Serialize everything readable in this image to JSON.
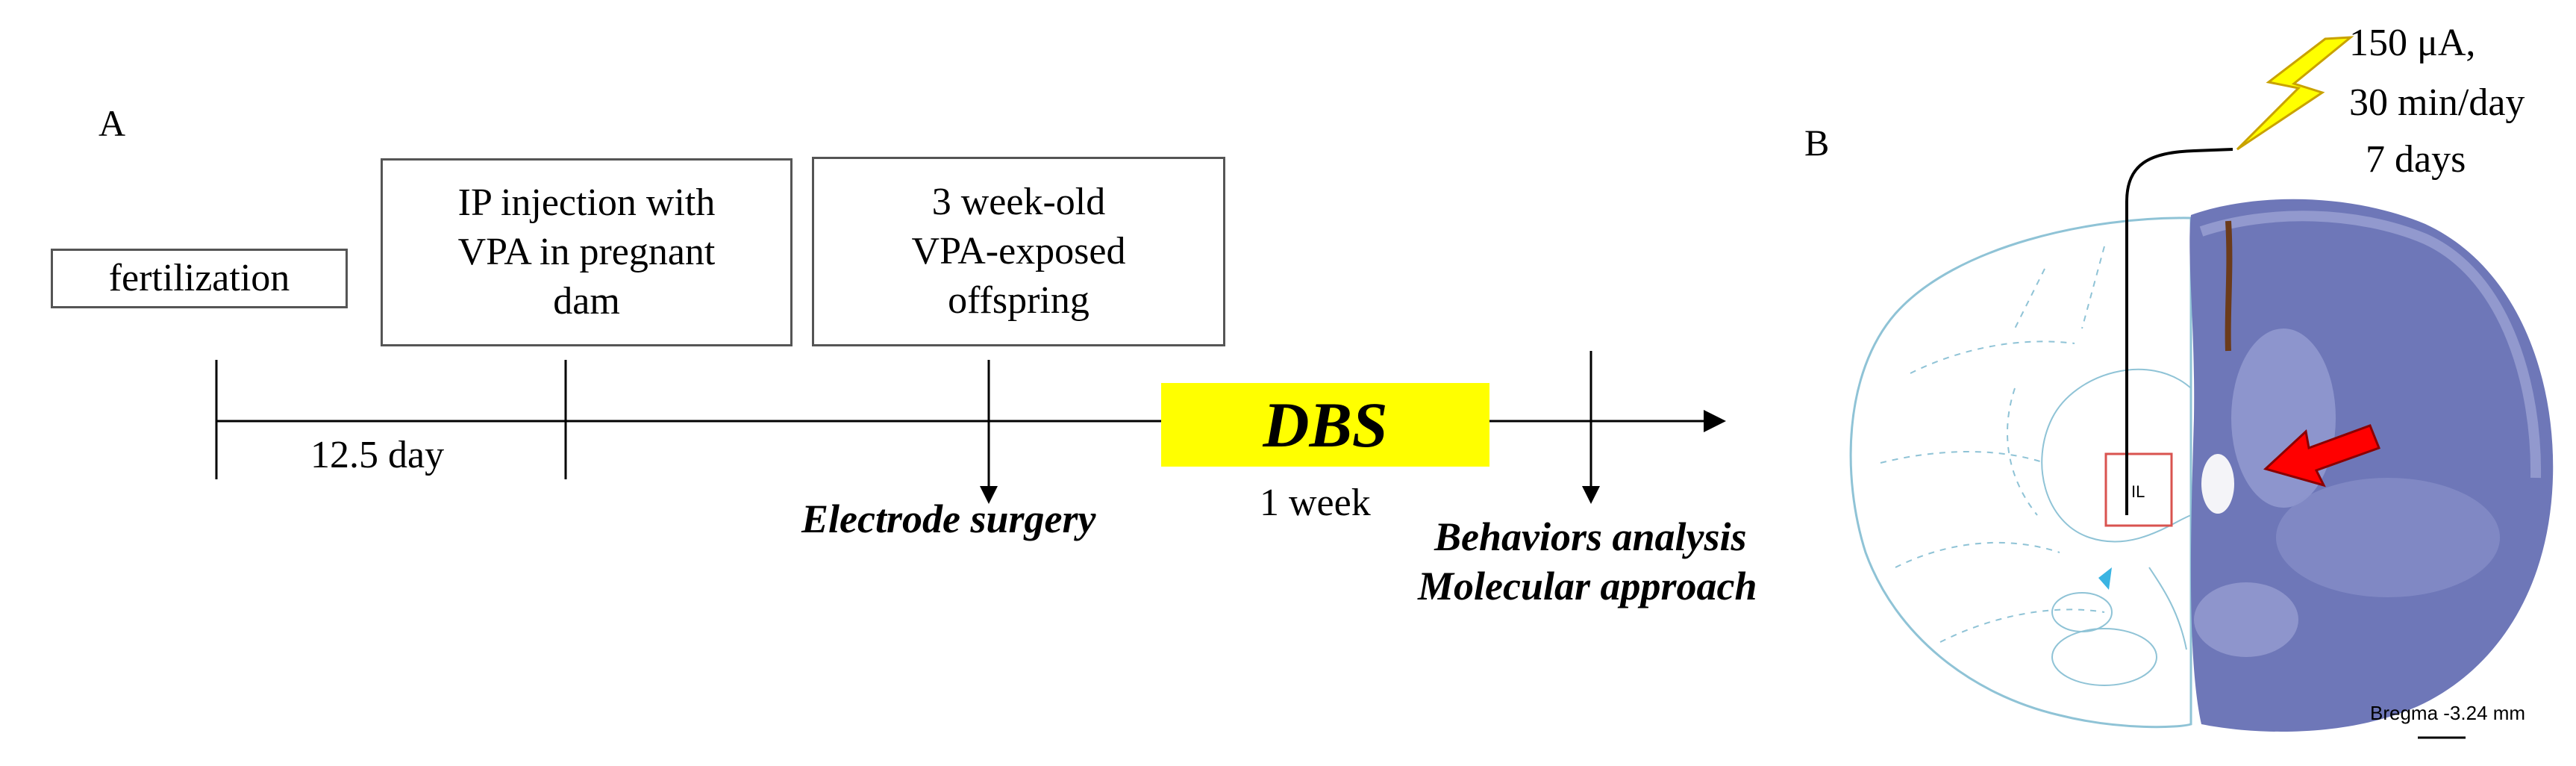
{
  "panel_a": {
    "label": "A",
    "boxes": {
      "fertilization": "fertilization",
      "injection_line1": "IP injection with",
      "injection_line2": "VPA in pregnant",
      "injection_line3": "dam",
      "offspring_line1": "3 week-old",
      "offspring_line2": "VPA-exposed",
      "offspring_line3": "offspring"
    },
    "interval": "12.5 day",
    "dbs": "DBS",
    "dbs_duration": "1 week",
    "surgery": "Electrode surgery",
    "outcome_line1": "Behaviors analysis",
    "outcome_line2": "Molecular approach"
  },
  "panel_b": {
    "label": "B",
    "stim_line1": "150 μA,",
    "stim_line2": "30 min/day",
    "stim_line3": "7 days",
    "region": "IL",
    "bregma": "Bregma -3.24 mm"
  },
  "colors": {
    "dbs_fill": "#ffff00",
    "lightning": "#ffff00",
    "arrow": "#ff0000",
    "atlas_outline": "#8fc3d6",
    "tissue": "#6e77b8",
    "region_box": "#d9534f"
  }
}
